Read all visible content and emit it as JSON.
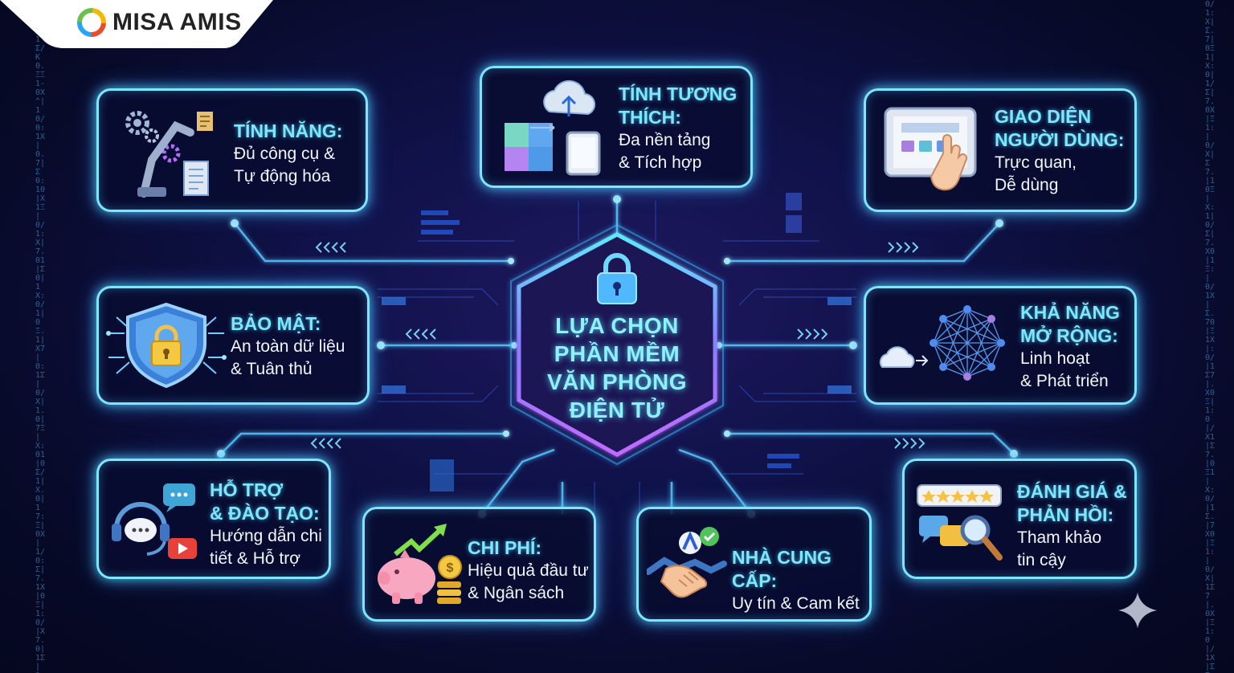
{
  "brand": {
    "name": "MISA AMIS"
  },
  "center": {
    "title": "LỰA CHỌN\nPHẦN MỀM\nVĂN PHÒNG\nĐIỆN TỬ",
    "icon": "lock-icon"
  },
  "cards": {
    "features": {
      "title": "TÍNH NĂNG:",
      "desc": "Đủ công cụ &\nTự động hóa",
      "icon": "robot-arm-icon"
    },
    "compatibility": {
      "title": "TÍNH TƯƠNG\nTHÍCH:",
      "desc": "Đa nền tảng\n& Tích hợp",
      "icon": "cloud-puzzle-icon"
    },
    "ui": {
      "title": "GIAO DIỆN\nNGƯỜI DÙNG:",
      "desc": "Trực quan,\nDễ dùng",
      "icon": "touch-screen-icon"
    },
    "security": {
      "title": "BẢO MẬT:",
      "desc": "An toàn dữ liệu\n& Tuân thủ",
      "icon": "shield-lock-icon"
    },
    "scalability": {
      "title": "KHẢ NĂNG\nMỞ RỘNG:",
      "desc": "Linh hoạt\n& Phát triển",
      "icon": "network-icon"
    },
    "support": {
      "title": "HỖ TRỢ\n& ĐÀO TẠO:",
      "desc": "Hướng dẫn chi\ntiết & Hỗ trợ",
      "icon": "headset-icon"
    },
    "cost": {
      "title": "CHI PHÍ:",
      "desc": "Hiệu quả đầu tư\n& Ngân sách",
      "icon": "piggy-bank-icon"
    },
    "vendor": {
      "title": "NHÀ CUNG CẤP:",
      "desc": "Uy tín & Cam kết",
      "icon": "handshake-icon"
    },
    "reviews": {
      "title": "ĐÁNH GIÁ &\nPHẢN HỒI:",
      "desc": "Tham khảo\ntin cậy",
      "icon": "star-rating-icon"
    }
  },
  "colors": {
    "background": "#080b2a",
    "neon_cyan": "#7fe6ff",
    "neon_purple": "#b46cff",
    "title_cyan": "#8ff0ff"
  }
}
